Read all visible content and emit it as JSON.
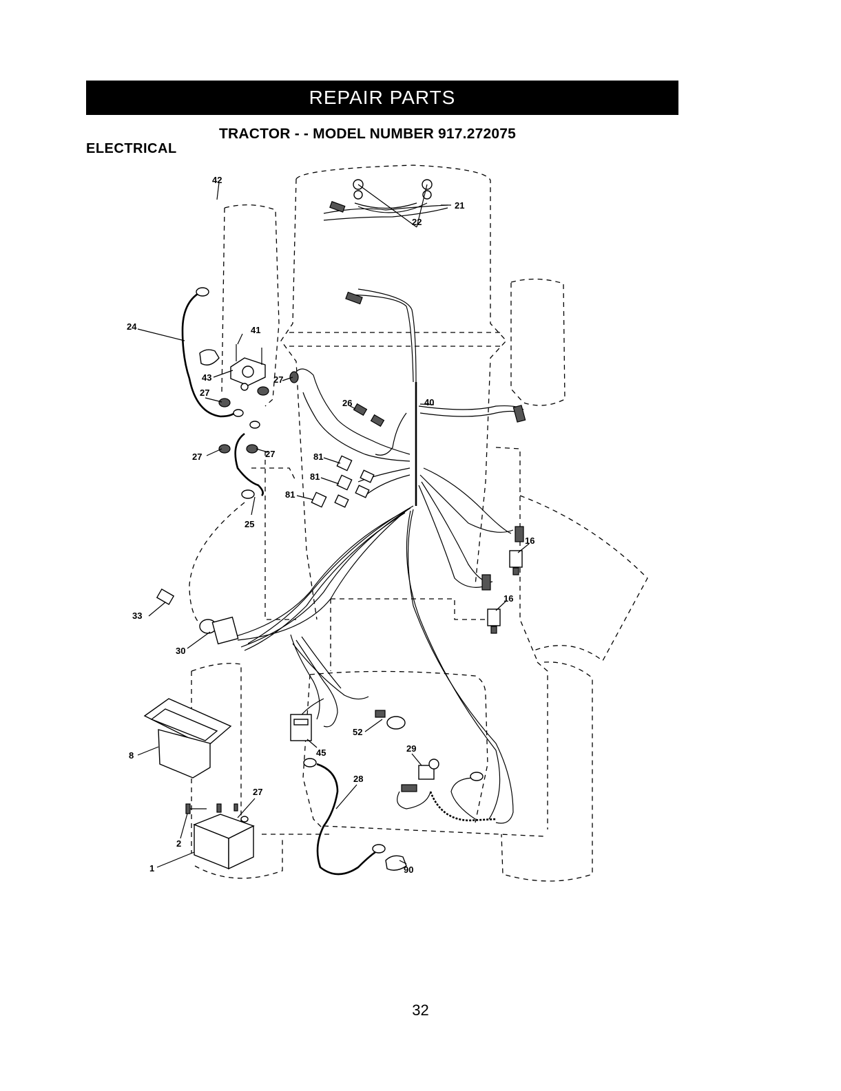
{
  "header": {
    "banner": "REPAIR PARTS",
    "subtitle": "TRACTOR - - MODEL NUMBER 917.272075",
    "section": "ELECTRICAL"
  },
  "callouts": [
    {
      "id": "c22",
      "text": "22"
    },
    {
      "id": "c21",
      "text": "21"
    },
    {
      "id": "c42",
      "text": "42"
    },
    {
      "id": "c24",
      "text": "24"
    },
    {
      "id": "c41",
      "text": "41"
    },
    {
      "id": "c43",
      "text": "43"
    },
    {
      "id": "c27a",
      "text": "27"
    },
    {
      "id": "c27b",
      "text": "27"
    },
    {
      "id": "c27c",
      "text": "27"
    },
    {
      "id": "c27d",
      "text": "27"
    },
    {
      "id": "c27e",
      "text": "27"
    },
    {
      "id": "c26",
      "text": "26"
    },
    {
      "id": "c40",
      "text": "40"
    },
    {
      "id": "c81a",
      "text": "81"
    },
    {
      "id": "c81b",
      "text": "81"
    },
    {
      "id": "c81c",
      "text": "81"
    },
    {
      "id": "c25",
      "text": "25"
    },
    {
      "id": "c16a",
      "text": "16"
    },
    {
      "id": "c16b",
      "text": "16"
    },
    {
      "id": "c33",
      "text": "33"
    },
    {
      "id": "c30",
      "text": "30"
    },
    {
      "id": "c8",
      "text": "8"
    },
    {
      "id": "c52",
      "text": "52"
    },
    {
      "id": "c45",
      "text": "45"
    },
    {
      "id": "c29",
      "text": "29"
    },
    {
      "id": "c28",
      "text": "28"
    },
    {
      "id": "c2",
      "text": "2"
    },
    {
      "id": "c1",
      "text": "1"
    },
    {
      "id": "c90",
      "text": "90"
    }
  ],
  "footer": {
    "page_number": "32"
  }
}
